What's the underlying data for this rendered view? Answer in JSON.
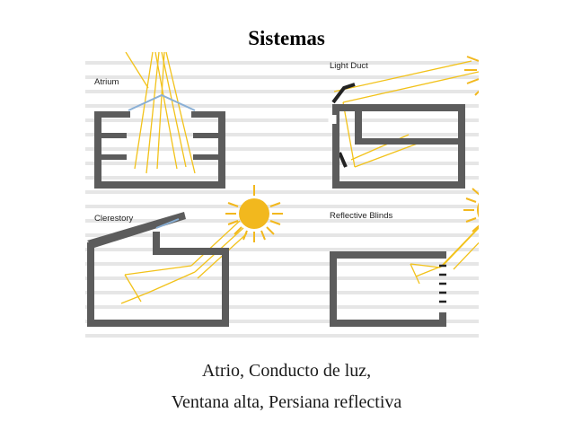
{
  "title": "Sistemas",
  "panels": {
    "atrium": "Atrium",
    "light_duct": "Light Duct",
    "clerestory": "Clerestory",
    "reflective_blinds": "Reflective Blinds"
  },
  "caption": {
    "line1": "Atrio,  Conducto de luz,",
    "line2": "Ventana alta, Persiana reflectiva"
  },
  "colors": {
    "wall": "#5c5c5c",
    "sun": "#f2b81e",
    "ray": "#f2c21a",
    "glass": "#8ab0d6"
  }
}
